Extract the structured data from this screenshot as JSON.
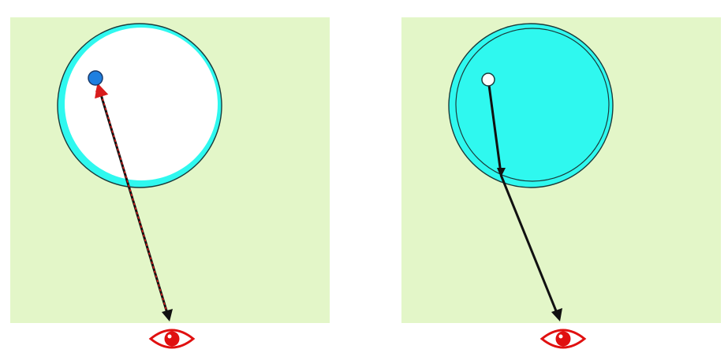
{
  "colors": {
    "panel_fill": "#e3f6c8",
    "ring": "#2ff8ef",
    "outline": "#1a3a3a",
    "inner_white": "#ffffff",
    "point_blue": "#1e7fe0",
    "arrow_black": "#111111",
    "arrow_red": "#d81c1c",
    "eye_red": "#e01010"
  },
  "panels": [
    {
      "name": "left-scene",
      "inner_fill": "white",
      "arrow_direction": "eye-to-point",
      "point_style": "filled-blue"
    },
    {
      "name": "right-scene",
      "inner_fill": "cyan",
      "arrow_direction": "point-to-eye",
      "point_style": "hollow"
    }
  ],
  "icons": [
    "eye-icon",
    "eye-icon"
  ]
}
